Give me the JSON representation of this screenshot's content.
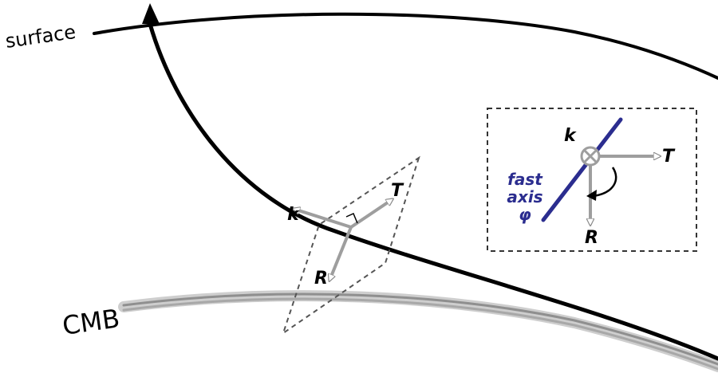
{
  "labels": {
    "surface": "surface",
    "cmb": "CMB",
    "k": "k",
    "T": "T",
    "R": "R",
    "inset_k": "k",
    "inset_T": "T",
    "inset_R": "R",
    "fast_line1": "fast",
    "fast_line2": "axis",
    "fast_line3": "φ"
  },
  "colors": {
    "ray": "#000000",
    "cmb_gray": "#9a9a9a",
    "vector_gray": "#9e9e9e",
    "dashed": "#555555",
    "fast_axis_blue": "#2b2d8f"
  }
}
